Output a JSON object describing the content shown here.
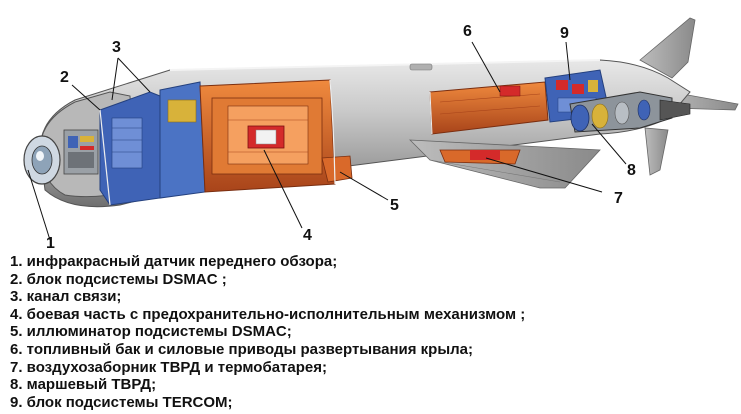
{
  "diagram": {
    "callouts": [
      "1",
      "2",
      "3",
      "4",
      "5",
      "6",
      "7",
      "8",
      "9"
    ],
    "legend": [
      "1. инфракрасный датчик переднего обзора;",
      "2. блок подсистемы DSMAC ;",
      "3. канал связи;",
      "4. боевая часть с предохранительно-исполнительным механизмом ;",
      "5. иллюминатор подсистемы DSMAC;",
      "6. топливный бак и силовые приводы развертывания крыла;",
      "7. воздухозаборник ТВРД и термобатарея;",
      "8. маршевый ТВРД;",
      "9. блок подсистемы TERCOM;"
    ]
  },
  "colors": {
    "body_light": "#dcdcdc",
    "body_mid": "#a8a8a8",
    "body_dark": "#6e6e6e",
    "copper": "#d9692a",
    "copper_dark": "#a8441a",
    "blue": "#3f63b6",
    "red": "#d42a2a",
    "gold": "#d8b23a"
  }
}
